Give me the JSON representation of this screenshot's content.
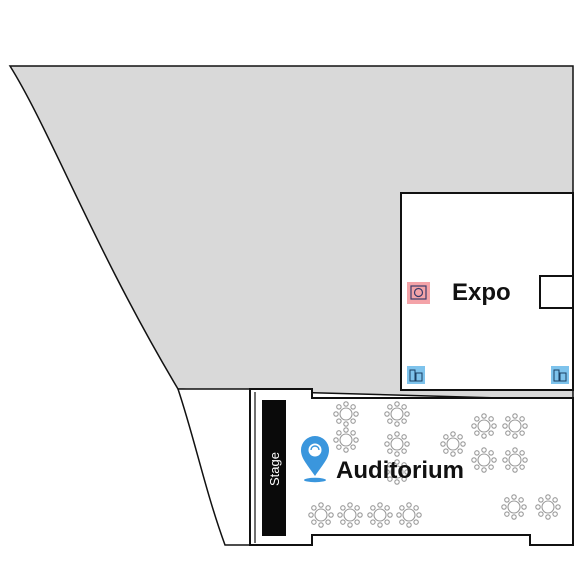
{
  "map": {
    "colors": {
      "unmapped_area": "#d9d9d9",
      "wall": "#111111",
      "room_fill": "#ffffff",
      "stage_fill": "#0a0a0a",
      "pin": "#3a96dd",
      "chair": "#9a9a9a",
      "amenity_red": "#f4a3a8",
      "amenity_blue": "#7ec3ec"
    },
    "rooms": {
      "expo": {
        "label": "Expo"
      },
      "auditorium": {
        "label": "Auditorium"
      },
      "stage": {
        "label": "Stage"
      }
    },
    "icons": {
      "pin": "location-pin-icon",
      "expo_amenity": "amenity-icon",
      "elevator": "elevator-icon"
    }
  }
}
